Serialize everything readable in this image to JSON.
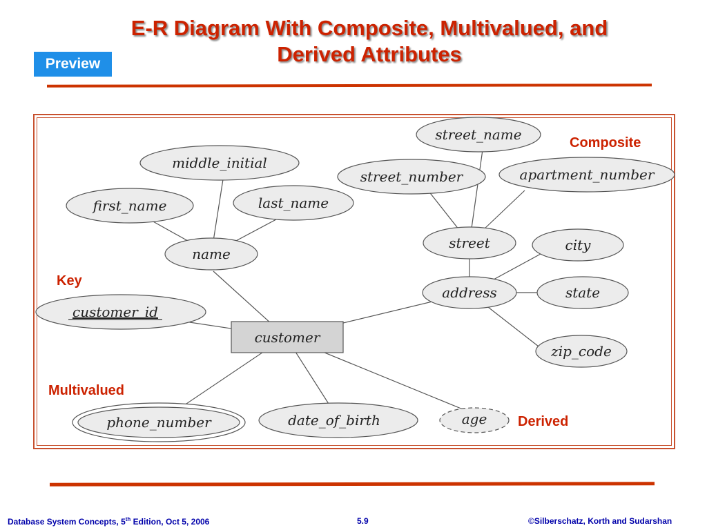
{
  "slide": {
    "title_line1": "E-R Diagram With Composite, Multivalued, and",
    "title_line2": "Derived Attributes",
    "preview_label": "Preview"
  },
  "callouts": {
    "composite": "Composite",
    "key": "Key",
    "multivalued": "Multivalued",
    "derived": "Derived"
  },
  "diagram": {
    "entity": "customer",
    "attributes": {
      "street_name": "street_name",
      "middle_initial": "middle_initial",
      "street_number": "street_number",
      "apartment_number": "apartment_number",
      "first_name": "first_name",
      "last_name": "last_name",
      "street": "street",
      "city": "city",
      "name": "name",
      "address": "address",
      "state": "state",
      "customer_id": "customer_id",
      "zip_code": "zip_code",
      "phone_number": "phone_number",
      "date_of_birth": "date_of_birth",
      "age": "age"
    }
  },
  "footer": {
    "left_prefix": "Database System Concepts, 5",
    "left_sup": "th",
    "left_suffix": " Edition, Oct 5,  2006",
    "center": "5.9",
    "right": "©Silberschatz, Korth and Sudarshan"
  }
}
